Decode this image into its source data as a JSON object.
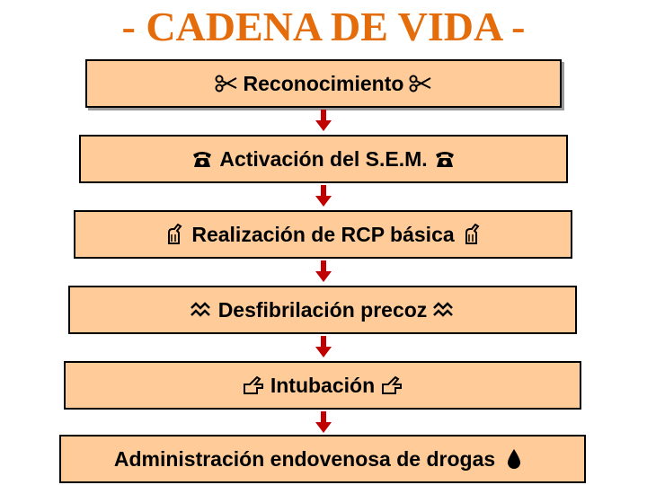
{
  "title": "- CADENA DE VIDA -",
  "colors": {
    "title": "#e46c0a",
    "box_fill": "#ffcc99",
    "box_border": "#000000",
    "arrow": "#c00000"
  },
  "steps": [
    {
      "label": "Reconocimiento",
      "icon": "scissors-icon"
    },
    {
      "label": "Activación del S.E.M.",
      "icon": "telephone-icon"
    },
    {
      "label": "Realización de RCP básica",
      "icon": "writing-hand-icon"
    },
    {
      "label": "Desfibrilación precoz",
      "icon": "aquarius-icon"
    },
    {
      "label": "Intubación",
      "icon": "pointing-hand-icon"
    },
    {
      "label": "Administración endovenosa de drogas",
      "icon": "water-drop-icon"
    }
  ]
}
